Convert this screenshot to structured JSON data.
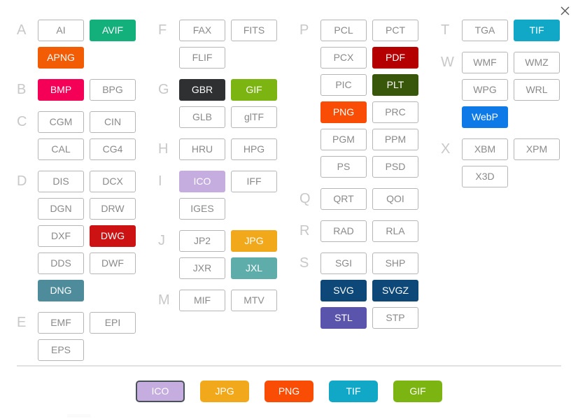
{
  "window": {
    "close_label": "×",
    "close_icon": "close-icon"
  },
  "colors": {
    "default_border": "#b5b5b5",
    "default_text": "#8a8a8a",
    "letter": "#c8c8c8",
    "divider": "#e2e2e2",
    "selected_outline": "#4a5259"
  },
  "format_grid": {
    "columns": [
      {
        "groups": [
          {
            "letter": "A",
            "buttons": [
              {
                "label": "AI",
                "color": null
              },
              {
                "label": "AVIF",
                "color": "#13b07c"
              },
              {
                "label": "APNG",
                "color": "#f25c05"
              }
            ]
          },
          {
            "letter": "B",
            "buttons": [
              {
                "label": "BMP",
                "color": "#f50057"
              },
              {
                "label": "BPG",
                "color": null
              }
            ]
          },
          {
            "letter": "C",
            "buttons": [
              {
                "label": "CGM",
                "color": null
              },
              {
                "label": "CIN",
                "color": null
              },
              {
                "label": "CAL",
                "color": null
              },
              {
                "label": "CG4",
                "color": null
              }
            ]
          },
          {
            "letter": "D",
            "buttons": [
              {
                "label": "DIS",
                "color": null
              },
              {
                "label": "DCX",
                "color": null
              },
              {
                "label": "DGN",
                "color": null
              },
              {
                "label": "DRW",
                "color": null
              },
              {
                "label": "DXF",
                "color": null
              },
              {
                "label": "DWG",
                "color": "#cc1212"
              },
              {
                "label": "DDS",
                "color": null
              },
              {
                "label": "DWF",
                "color": null
              },
              {
                "label": "DNG",
                "color": "#4e8c9b"
              }
            ]
          },
          {
            "letter": "E",
            "buttons": [
              {
                "label": "EMF",
                "color": null
              },
              {
                "label": "EPI",
                "color": null
              },
              {
                "label": "EPS",
                "color": null
              }
            ]
          }
        ]
      },
      {
        "groups": [
          {
            "letter": "F",
            "buttons": [
              {
                "label": "FAX",
                "color": null
              },
              {
                "label": "FITS",
                "color": null
              },
              {
                "label": "FLIF",
                "color": null
              }
            ]
          },
          {
            "letter": "G",
            "buttons": [
              {
                "label": "GBR",
                "color": "#2f3032"
              },
              {
                "label": "GIF",
                "color": "#7cb512"
              },
              {
                "label": "GLB",
                "color": null
              },
              {
                "label": "glTF",
                "color": null
              }
            ]
          },
          {
            "letter": "H",
            "buttons": [
              {
                "label": "HRU",
                "color": null
              },
              {
                "label": "HPG",
                "color": null
              }
            ]
          },
          {
            "letter": "I",
            "buttons": [
              {
                "label": "ICO",
                "color": "#c5addf"
              },
              {
                "label": "IFF",
                "color": null
              },
              {
                "label": "IGES",
                "color": null
              }
            ]
          },
          {
            "letter": "J",
            "buttons": [
              {
                "label": "JP2",
                "color": null
              },
              {
                "label": "JPG",
                "color": "#f2a81b"
              },
              {
                "label": "JXR",
                "color": null
              },
              {
                "label": "JXL",
                "color": "#5eadaa"
              }
            ]
          },
          {
            "letter": "M",
            "buttons": [
              {
                "label": "MIF",
                "color": null
              },
              {
                "label": "MTV",
                "color": null
              }
            ]
          }
        ]
      },
      {
        "groups": [
          {
            "letter": "P",
            "buttons": [
              {
                "label": "PCL",
                "color": null
              },
              {
                "label": "PCT",
                "color": null
              },
              {
                "label": "PCX",
                "color": null
              },
              {
                "label": "PDF",
                "color": "#b50000"
              },
              {
                "label": "PIC",
                "color": null
              },
              {
                "label": "PLT",
                "color": "#38570a"
              },
              {
                "label": "PNG",
                "color": "#f94c04"
              },
              {
                "label": "PRC",
                "color": null
              },
              {
                "label": "PGM",
                "color": null
              },
              {
                "label": "PPM",
                "color": null
              },
              {
                "label": "PS",
                "color": null
              },
              {
                "label": "PSD",
                "color": null
              }
            ]
          },
          {
            "letter": "Q",
            "buttons": [
              {
                "label": "QRT",
                "color": null
              },
              {
                "label": "QOI",
                "color": null
              }
            ]
          },
          {
            "letter": "R",
            "buttons": [
              {
                "label": "RAD",
                "color": null
              },
              {
                "label": "RLA",
                "color": null
              }
            ]
          },
          {
            "letter": "S",
            "buttons": [
              {
                "label": "SGI",
                "color": null
              },
              {
                "label": "SHP",
                "color": null
              },
              {
                "label": "SVG",
                "color": "#0d4878"
              },
              {
                "label": "SVGZ",
                "color": "#0d4878"
              },
              {
                "label": "STL",
                "color": "#5b54ad"
              },
              {
                "label": "STP",
                "color": null
              }
            ]
          }
        ]
      },
      {
        "groups": [
          {
            "letter": "T",
            "buttons": [
              {
                "label": "TGA",
                "color": null
              },
              {
                "label": "TIF",
                "color": "#11a8c7"
              }
            ]
          },
          {
            "letter": "W",
            "buttons": [
              {
                "label": "WMF",
                "color": null
              },
              {
                "label": "WMZ",
                "color": null
              },
              {
                "label": "WPG",
                "color": null
              },
              {
                "label": "WRL",
                "color": null
              },
              {
                "label": "WebP",
                "color": "#0d7ae8"
              }
            ]
          },
          {
            "letter": "X",
            "buttons": [
              {
                "label": "XBM",
                "color": null
              },
              {
                "label": "XPM",
                "color": null
              },
              {
                "label": "X3D",
                "color": null
              }
            ]
          }
        ]
      }
    ]
  },
  "selection_bar": {
    "chips": [
      {
        "label": "ICO",
        "color": "#c5addf",
        "selected": true
      },
      {
        "label": "JPG",
        "color": "#f2a81b",
        "selected": false
      },
      {
        "label": "PNG",
        "color": "#f94c04",
        "selected": false
      },
      {
        "label": "TIF",
        "color": "#11a8c7",
        "selected": false
      },
      {
        "label": "GIF",
        "color": "#7cb512",
        "selected": false
      }
    ]
  }
}
